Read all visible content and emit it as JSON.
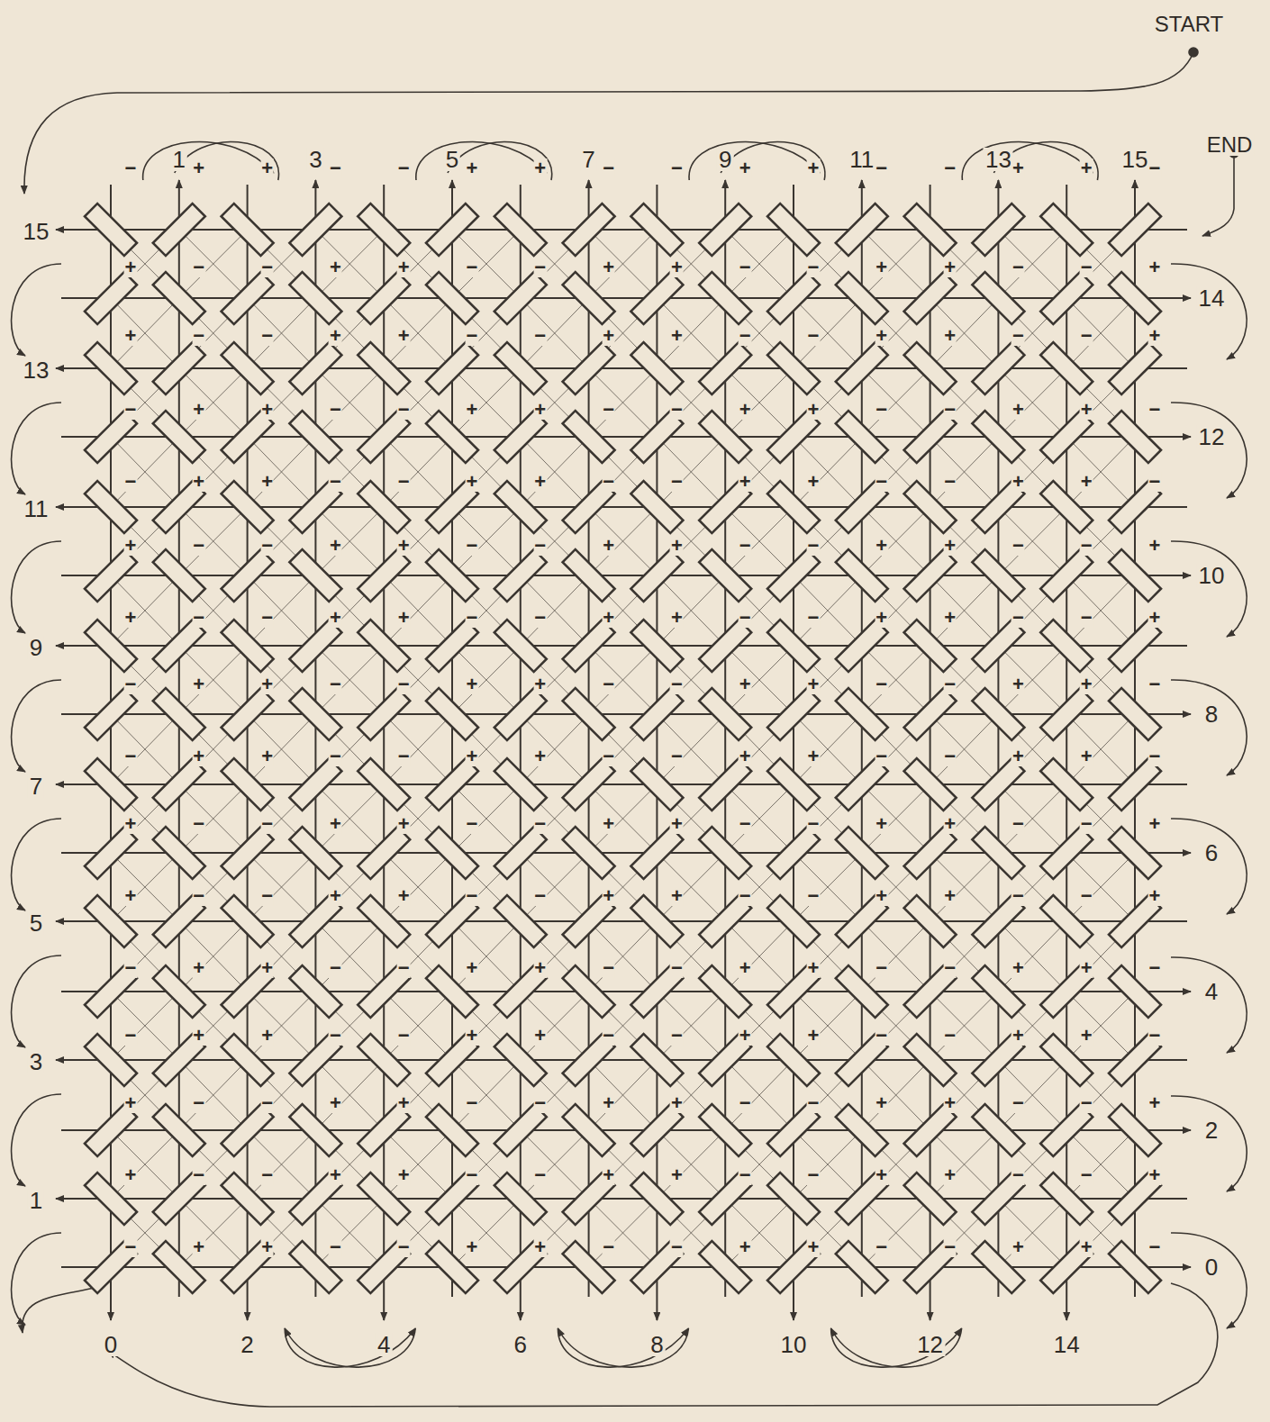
{
  "diagram": {
    "labels": [
      "START",
      "END",
      "1",
      "3",
      "5",
      "7",
      "9",
      "11",
      "13",
      "15",
      "15",
      "13",
      "11",
      "9",
      "7",
      "5",
      "3",
      "1",
      "14",
      "12",
      "10",
      "8",
      "6",
      "4",
      "2",
      "0",
      "0",
      "2",
      "4",
      "6",
      "8",
      "10",
      "12",
      "14",
      "−",
      "+",
      "+",
      "−",
      "−",
      "+",
      "+",
      "−",
      "−",
      "+",
      "+",
      "−",
      "−",
      "+",
      "+",
      "−",
      "+",
      "−",
      "−",
      "+",
      "+",
      "−",
      "−",
      "+",
      "+",
      "−",
      "−",
      "+",
      "+",
      "−",
      "−",
      "+",
      "+",
      "−",
      "−",
      "+",
      "+",
      "−",
      "−",
      "+",
      "+",
      "−",
      "−",
      "+",
      "+",
      "−",
      "−",
      "+",
      "−",
      "+",
      "+",
      "−",
      "−",
      "+",
      "+",
      "−",
      "−",
      "+",
      "+",
      "−",
      "−",
      "+",
      "+",
      "−",
      "−",
      "+",
      "+",
      "−",
      "−",
      "+",
      "+",
      "−",
      "−",
      "+",
      "+",
      "−",
      "−",
      "+",
      "+",
      "−",
      "+",
      "−",
      "−",
      "+",
      "+",
      "−",
      "−",
      "+",
      "+",
      "−",
      "−",
      "+",
      "+",
      "−",
      "−",
      "+",
      "+",
      "−",
      "−",
      "+",
      "+",
      "−",
      "−",
      "+",
      "+",
      "−",
      "−",
      "+",
      "+",
      "−",
      "−",
      "+",
      "−",
      "+",
      "+",
      "−",
      "−",
      "+",
      "+",
      "−",
      "−",
      "+",
      "+",
      "−",
      "−",
      "+",
      "+",
      "−",
      "−",
      "+",
      "+",
      "−",
      "−",
      "+",
      "+",
      "−",
      "−",
      "+",
      "+",
      "−",
      "−",
      "+",
      "+",
      "−",
      "+",
      "−",
      "−",
      "+",
      "+",
      "−",
      "−",
      "+",
      "+",
      "−",
      "−",
      "+",
      "+",
      "−",
      "−",
      "+",
      "+",
      "−",
      "−",
      "+",
      "+",
      "−",
      "−",
      "+",
      "+",
      "−",
      "−",
      "+",
      "+",
      "−",
      "−",
      "+",
      "−",
      "+",
      "+",
      "−",
      "−",
      "+",
      "+",
      "−",
      "−",
      "+",
      "+",
      "−",
      "−",
      "+",
      "+",
      "−",
      "−",
      "+",
      "+",
      "−",
      "−",
      "+",
      "+",
      "−",
      "−",
      "+",
      "+",
      "−",
      "−",
      "+",
      "+",
      "−",
      "+",
      "−",
      "−",
      "+",
      "+",
      "−",
      "−",
      "+",
      "+",
      "−",
      "−",
      "+",
      "+",
      "−",
      "−",
      "+",
      "+",
      "−",
      "−",
      "+",
      "+",
      "−",
      "−",
      "+",
      "+",
      "−",
      "−",
      "+",
      "+",
      "−",
      "−",
      "+",
      "−",
      "+",
      "+",
      "−",
      "−",
      "+",
      "+",
      "−",
      "−",
      "+",
      "+",
      "−",
      "−",
      "+",
      "+",
      "−"
    ]
  }
}
